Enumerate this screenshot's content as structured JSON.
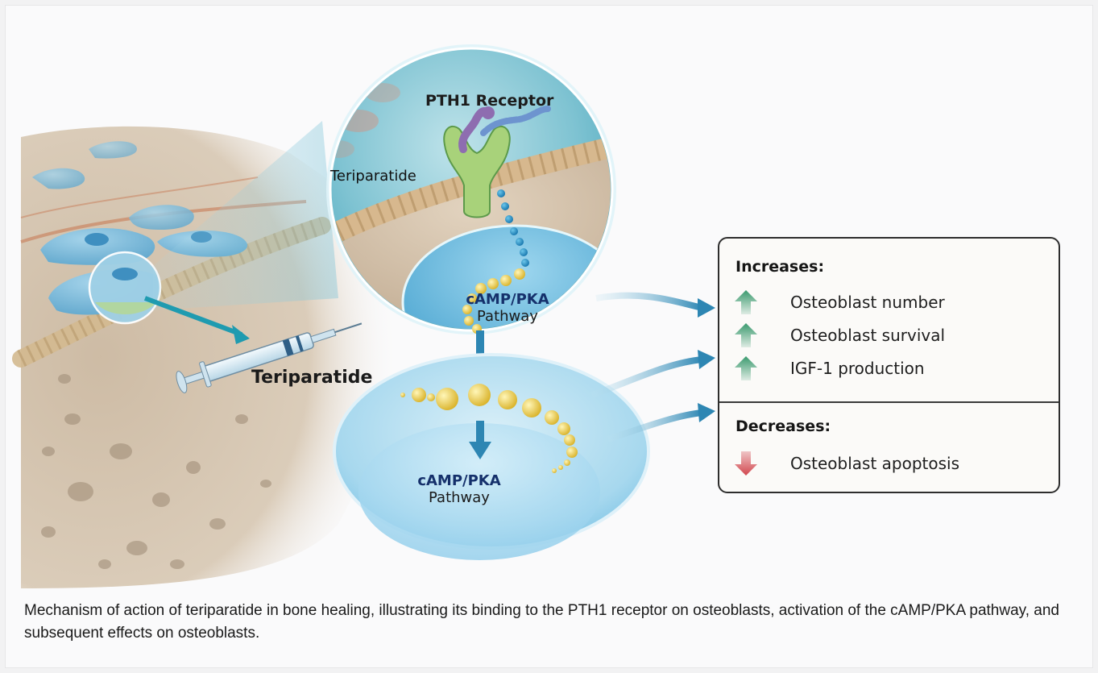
{
  "figure": {
    "labels": {
      "receptor": "PTH1 Receptor",
      "teriparatide_inner": "Teriparatide",
      "teriparatide_syringe": "Teriparatide",
      "pathway_upper_title": "cAMP/PKA",
      "pathway_upper_sub": "Pathway",
      "pathway_lower_title": "cAMP/PKA",
      "pathway_lower_sub": "Pathway"
    },
    "colors": {
      "increase_arrow": "#3a9a6e",
      "decrease_arrow": "#d2474f",
      "pathway_title": "#15306b",
      "flow_arrow": "#2d86b3"
    }
  },
  "effects": {
    "increases": {
      "title": "Increases:",
      "items": [
        {
          "icon": "arrow-up-icon",
          "label": "Osteoblast number"
        },
        {
          "icon": "arrow-up-icon",
          "label": "Osteoblast survival"
        },
        {
          "icon": "arrow-up-icon",
          "label": "IGF-1 production"
        }
      ]
    },
    "decreases": {
      "title": "Decreases:",
      "items": [
        {
          "icon": "arrow-down-icon",
          "label": "Osteoblast apoptosis"
        }
      ]
    }
  },
  "caption": "Mechanism of action of teriparatide in bone healing, illustrating its binding to the PTH1 receptor on osteoblasts, activation of the cAMP/PKA pathway, and subsequent effects on osteoblasts."
}
